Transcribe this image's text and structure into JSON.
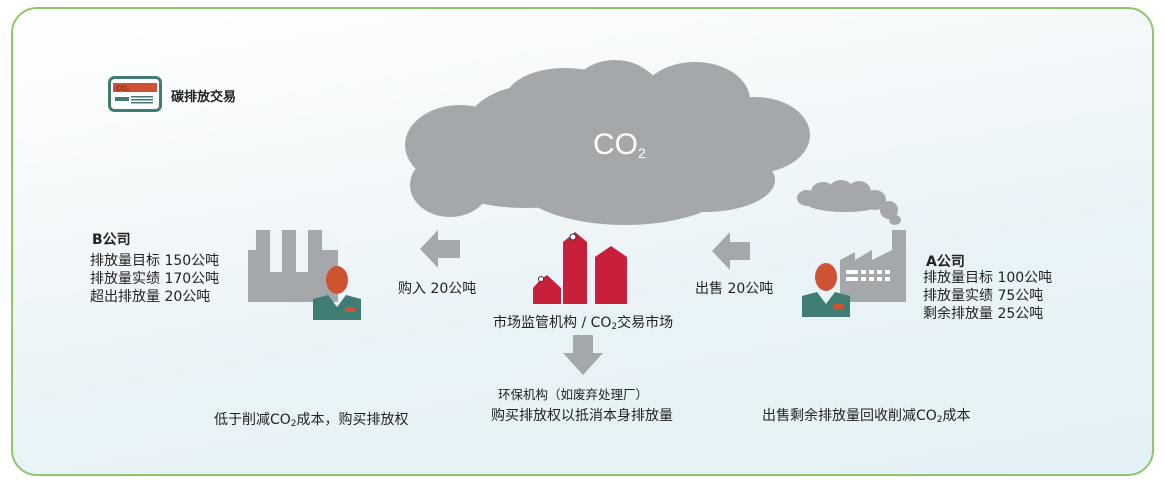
{
  "title": "碳排放交易",
  "cloud_label": {
    "main": "CO",
    "sub": "2"
  },
  "company_b": {
    "name": "B公司",
    "lines": [
      "排放量目标 150公吨",
      "排放量实绩 170公吨",
      "超出排放量 20公吨"
    ],
    "note_pre": "低于削减CO",
    "note_sub": "2",
    "note_post": "成本，购买排放权"
  },
  "company_a": {
    "name": "A公司",
    "lines": [
      "排放量目标 100公吨",
      "排放量实绩 75公吨",
      "剩余排放量 25公吨"
    ],
    "note_pre": "出售剩余排放量回收削减CO",
    "note_sub": "2",
    "note_post": "成本"
  },
  "buy_label": "购入 20公吨",
  "sell_label": "出售 20公吨",
  "market": {
    "pre": "市场监管机构 / CO",
    "sub": "2",
    "post": "交易市场"
  },
  "env_org": {
    "title": "环保机构（如废弃处理厂）",
    "desc": "购买排放权以抵消本身排放量"
  },
  "colors": {
    "border": "#8cc868",
    "gray": "#a5a8ab",
    "red": "#c8203a",
    "orange": "#cf5232",
    "teal": "#3e7c74"
  }
}
